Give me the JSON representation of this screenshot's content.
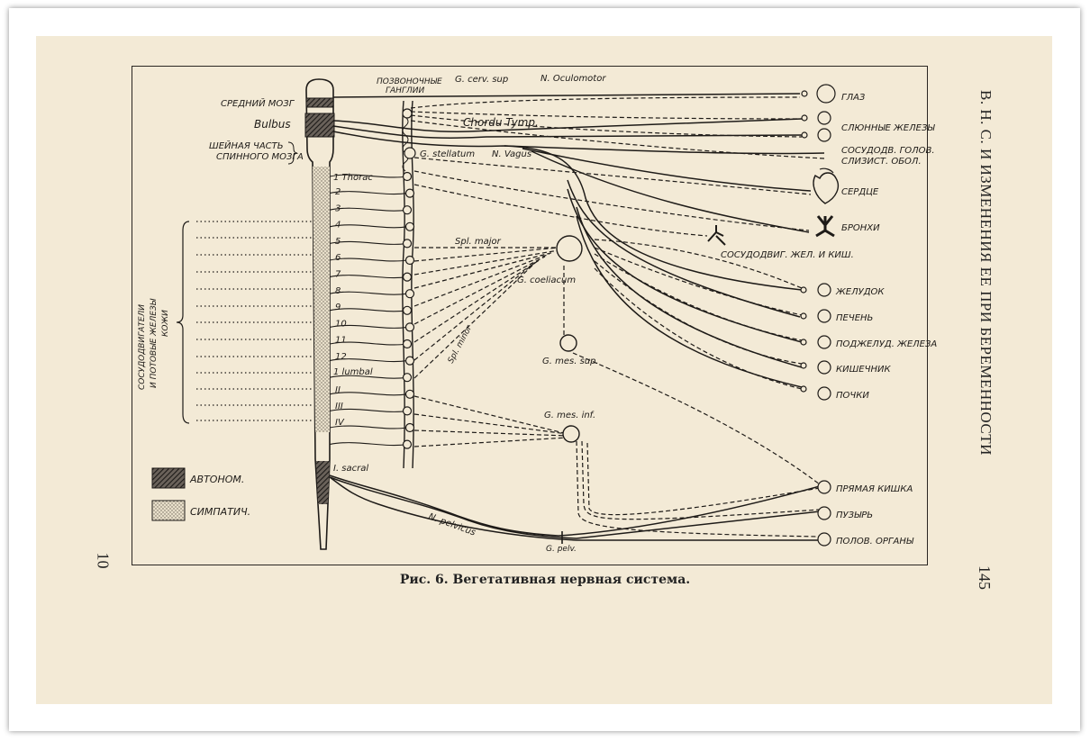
{
  "page": {
    "running_head": "В. Н. С. И ИЗМЕНЕНИЯ ЕЕ ПРИ БЕРЕМЕННОСТИ",
    "page_number_right": "145",
    "page_number_left": "10",
    "caption": "Рис. 6. Вегетативная нервная система."
  },
  "figure": {
    "left_labels": {
      "midbrain": "СРЕДНИЙ МОЗГ",
      "bulbus": "Bulbus",
      "cervical_1": "ШЕЙНАЯ ЧАСТЬ",
      "cervical_2": "СПИННОГО МОЗГА"
    },
    "top_labels": {
      "ganglia_1": "ПОЗВОНОЧНЫЕ",
      "ganglia_2": "ГАНГЛИИ",
      "g_cerv_sup": "G. cerv. sup",
      "n_oculomotor": "N. Oculomotor",
      "chorda_tymp": "Chordu Tymp.",
      "g_stellatum": "G. stellatum",
      "n_vagus": "N. Vagus"
    },
    "segment_labels": {
      "thorac": "1 Thorac",
      "lumbal": "1 lumbal",
      "sacral": "I. sacral",
      "thoracic_numbers": [
        "2",
        "3",
        "4",
        "5",
        "6",
        "7",
        "8",
        "9",
        "10",
        "11",
        "12"
      ],
      "lumbar_numbers": [
        "II",
        "III",
        "IV"
      ]
    },
    "mid_labels": {
      "spl_major": "Spl. major",
      "spl_minor": "Spl. minor",
      "g_coeliacum": "G. coeliacum",
      "g_mes_sup": "G. mes. sup.",
      "g_mes_inf": "G. mes. inf.",
      "n_pelvicus": "N. pelvicus",
      "g_pelv": "G. pelv."
    },
    "organs": {
      "eye": "ГЛАЗ",
      "salivary": "СЛЮННЫЕ ЖЕЛЕЗЫ",
      "vessels_head_1": "СОСУДОДВ. ГОЛОВ.",
      "vessels_head_2": "СЛИЗИСТ.  ОБОЛ.",
      "heart": "СЕРДЦЕ",
      "bronchi": "БРОНХИ",
      "vessels_gut": "СОСУДОДВИГ. ЖЕЛ. И КИШ.",
      "stomach": "ЖЕЛУДОК",
      "liver": "ПЕЧЕНЬ",
      "pancreas": "ПОДЖЕЛУД. ЖЕЛЕЗА",
      "intestine": "КИШЕЧНИК",
      "kidneys": "ПОЧКИ",
      "rectum": "ПРЯМАЯ КИШКА",
      "bladder": "ПУЗЫРЬ",
      "genitals": "ПОЛОВ. ОРГАНЫ"
    },
    "side_label_1": "СОСУДОДВИГАТЕЛИ",
    "side_label_2": "И ПОТОВЫЕ ЖЕЛЕЗЫ",
    "side_label_3": "КОЖИ",
    "legend": {
      "autonomic": "АВТОНОМ.",
      "sympathetic": "СИМПАТИЧ."
    }
  }
}
